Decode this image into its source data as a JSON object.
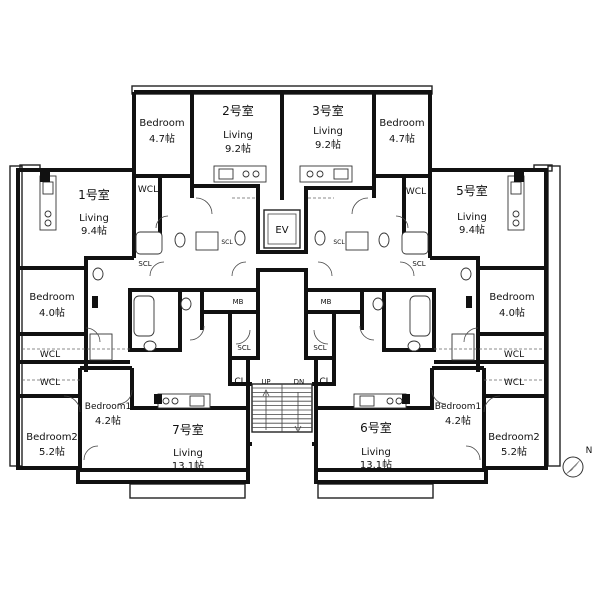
{
  "units": {
    "unit1": {
      "name": "1号室",
      "living": "Living",
      "living_size": "9.4帖"
    },
    "unit2": {
      "name": "2号室",
      "living": "Living",
      "living_size": "9.2帖"
    },
    "unit3": {
      "name": "3号室",
      "living": "Living",
      "living_size": "9.2帖"
    },
    "unit5": {
      "name": "5号室",
      "living": "Living",
      "living_size": "9.4帖"
    },
    "unit6": {
      "name": "6号室",
      "living": "Living",
      "living_size": "13.1帖"
    },
    "unit7": {
      "name": "7号室",
      "living": "Living",
      "living_size": "13.1帖"
    }
  },
  "rooms": {
    "bedroom": "Bedroom",
    "bedroom1": "Bedroom1",
    "bedroom2": "Bedroom2",
    "size_47": "4.7帖",
    "size_40": "4.0帖",
    "size_42": "4.2帖",
    "size_52": "5.2帖"
  },
  "closets": {
    "wcl": "WCL",
    "scl": "SCL",
    "cl": "CL"
  },
  "common": {
    "ev": "EV",
    "mb": "MB",
    "up": "UP",
    "dn": "DN"
  },
  "compass": {
    "north": "N",
    "icon": "compass-north-icon"
  }
}
